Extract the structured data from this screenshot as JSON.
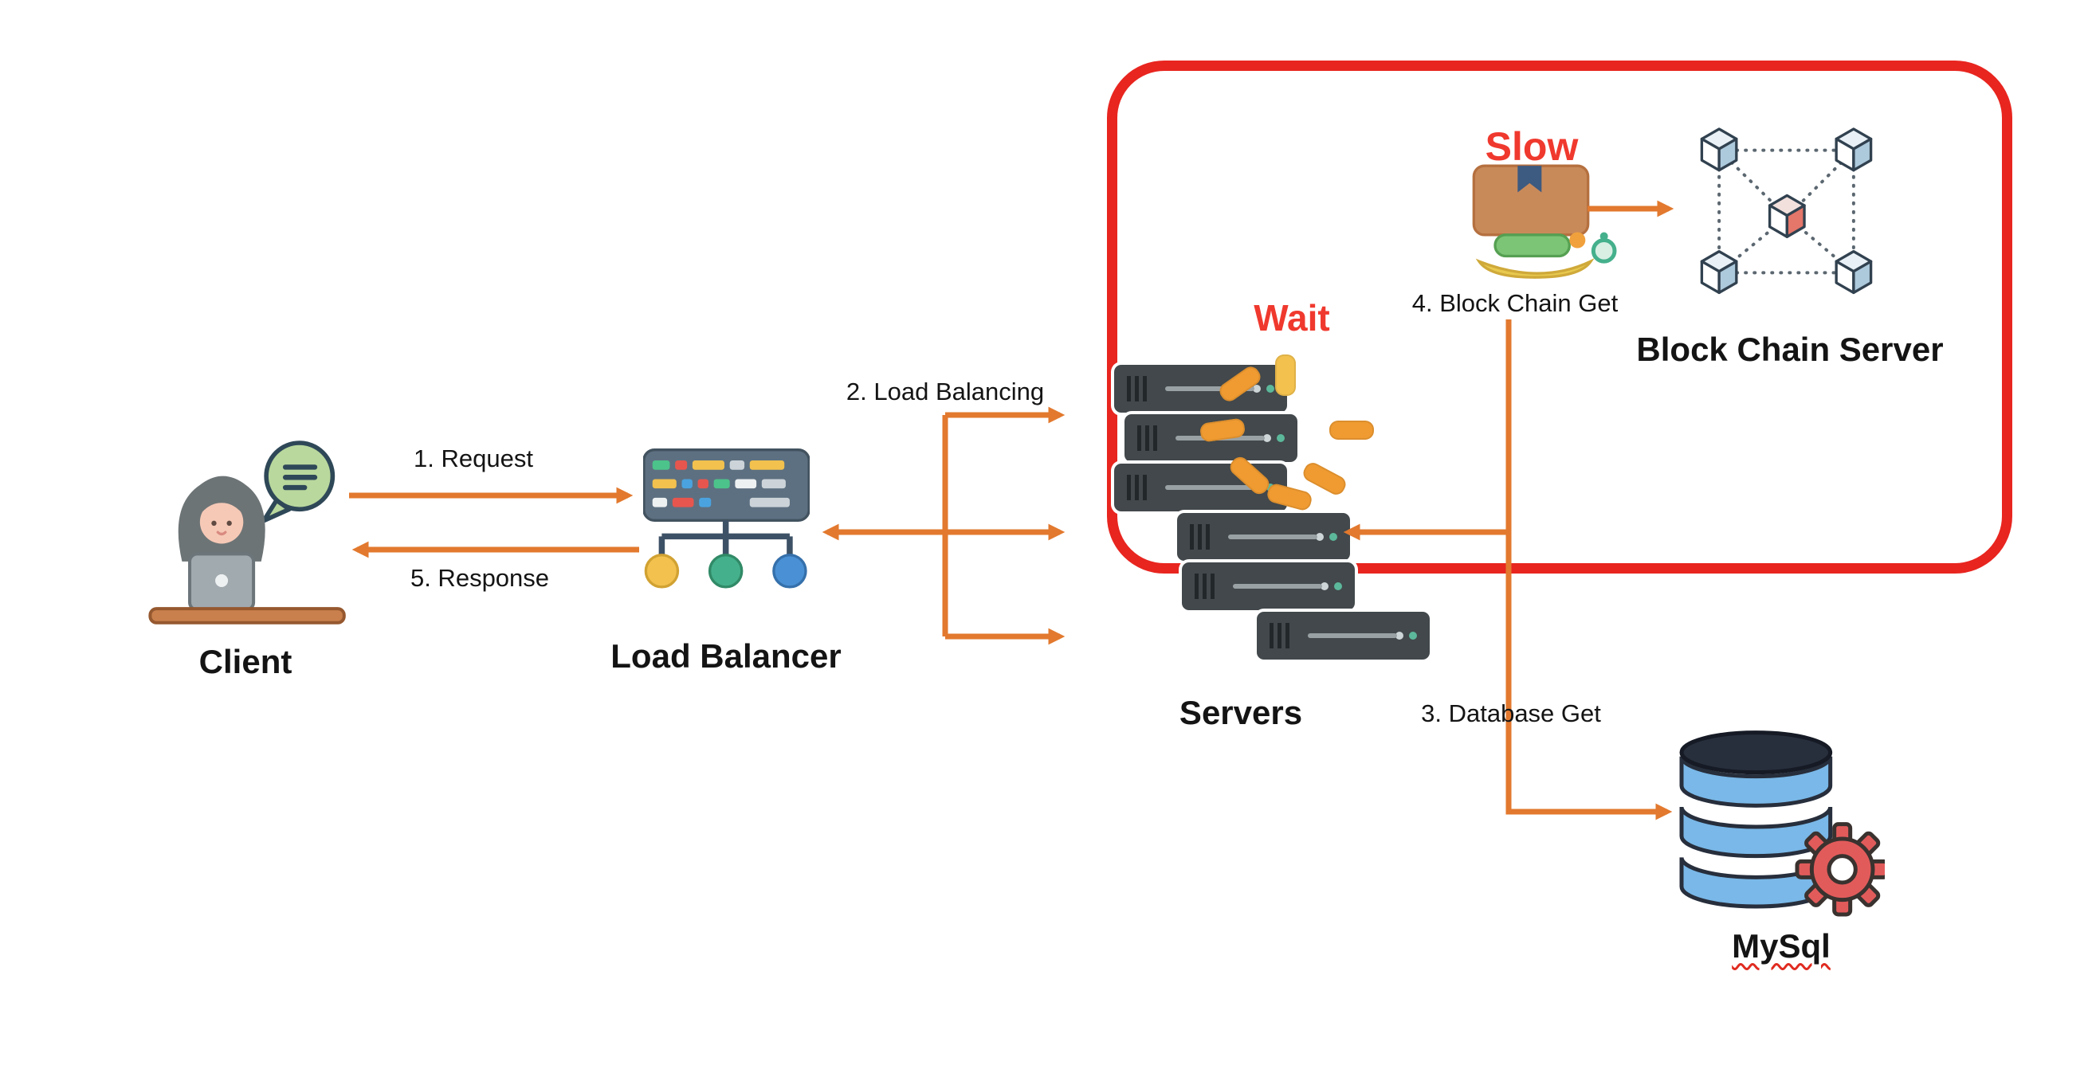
{
  "diagram": {
    "nodes": {
      "client": {
        "label": "Client",
        "icon": "client-person-icon"
      },
      "load_balancer": {
        "label": "Load Balancer",
        "icon": "load-balancer-icon"
      },
      "servers": {
        "label": "Servers",
        "icon": "server-stack-icon"
      },
      "blockchain_server": {
        "label": "Block Chain Server",
        "icon": "blockchain-cubes-icon"
      },
      "mysql": {
        "label": "MySql",
        "icon": "mysql-database-gear-icon"
      }
    },
    "edges": {
      "request": {
        "label": "1. Request"
      },
      "response": {
        "label": "5. Response"
      },
      "load_balancing": {
        "label": "2. Load Balancing"
      },
      "database_get": {
        "label": "3. Database Get"
      },
      "blockchain_get": {
        "label": "4. Block Chain Get"
      }
    },
    "annotations": {
      "wait": {
        "label": "Wait"
      },
      "slow": {
        "label": "Slow"
      }
    },
    "colors": {
      "arrow": "#e2792e",
      "highlight_box": "#e8251f",
      "annotation_text": "#f0392e"
    }
  }
}
